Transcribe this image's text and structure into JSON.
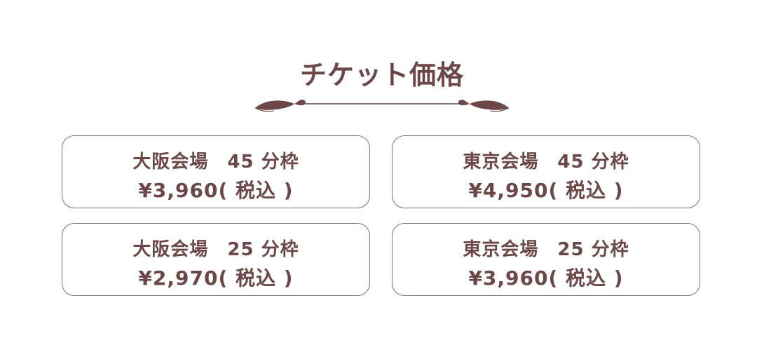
{
  "title": "チケット価格",
  "colors": {
    "text": "#6b4747",
    "border": "#8f6c6c",
    "background": "#ffffff"
  },
  "cards": [
    {
      "venue": "大阪会場　45 分枠",
      "price": "¥3,960( 税込 )"
    },
    {
      "venue": "東京会場　45 分枠",
      "price": "¥4,950( 税込 )"
    },
    {
      "venue": "大阪会場　25 分枠",
      "price": "¥2,970( 税込 )"
    },
    {
      "venue": "東京会場　25 分枠",
      "price": "¥3,960( 税込 )"
    }
  ]
}
